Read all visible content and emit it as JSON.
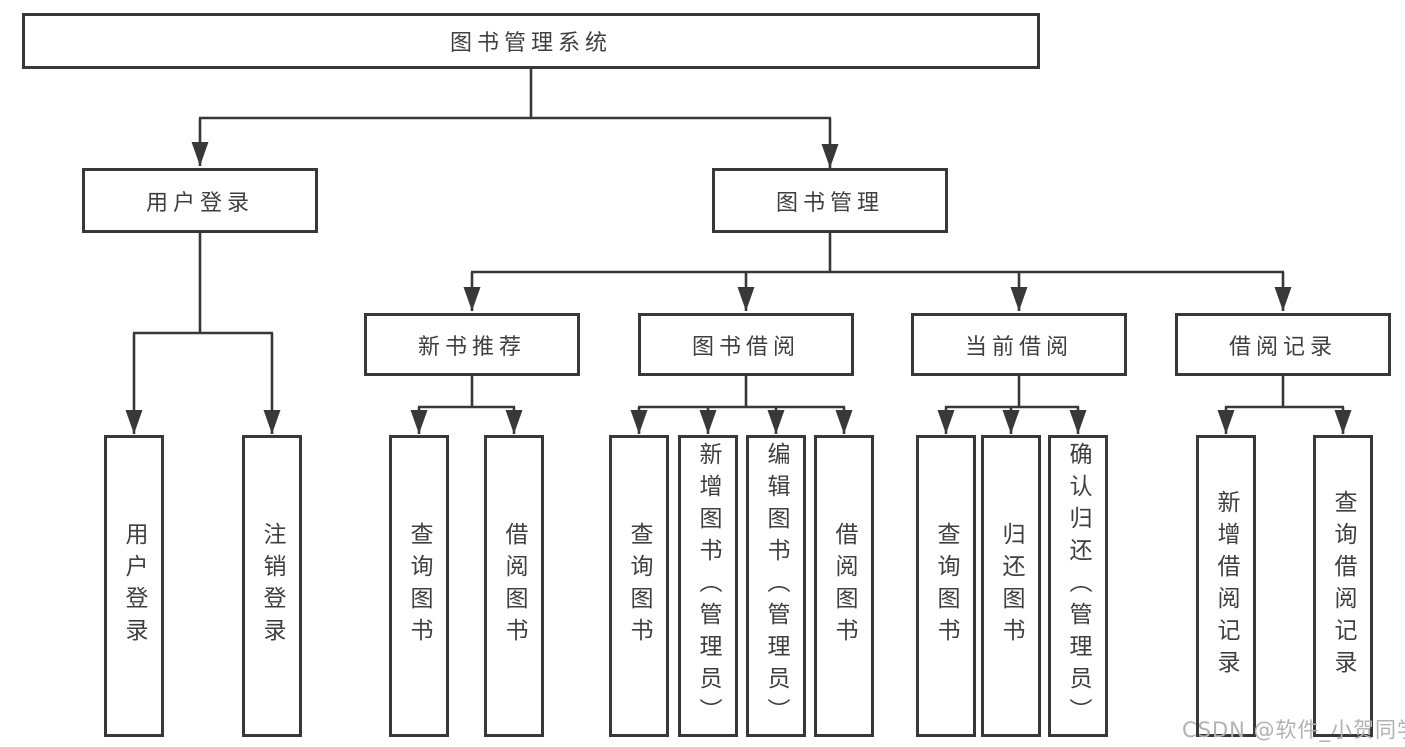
{
  "colors": {
    "line": "#383838",
    "text": "#3f3f3f",
    "bg": "#ffffff",
    "watermark": "#b2b2b2"
  },
  "watermark": "CSDN @软件_小贺同学",
  "tree": {
    "root": "图书管理系统",
    "login": {
      "label": "用户登录",
      "children": [
        "用户登录",
        "注销登录"
      ]
    },
    "mgmt": {
      "label": "图书管理"
    },
    "recommend": {
      "label": "新书推荐",
      "children": [
        "查询图书",
        "借阅图书"
      ]
    },
    "borrow": {
      "label": "图书借阅",
      "children": [
        "查询图书",
        "新增图书（管理员）",
        "编辑图书（管理员）",
        "借阅图书"
      ]
    },
    "current": {
      "label": "当前借阅",
      "children": [
        "查询图书",
        "归还图书",
        "确认归还（管理员）"
      ]
    },
    "records": {
      "label": "借阅记录",
      "children": [
        "新增借阅记录",
        "查询借阅记录"
      ]
    }
  }
}
